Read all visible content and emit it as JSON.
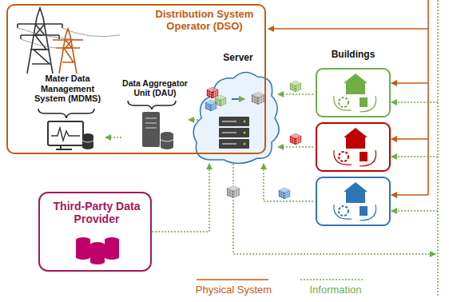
{
  "diagram": {
    "nodes": [
      {
        "text": [
          "Distribution System Operator (DSO)"
        ]
      },
      {
        "text": [
          "Mater Data Management System (MDMS)"
        ],
        "in": 0
      },
      {
        "text": [
          "Data Aggregator Unit (DAU)"
        ],
        "in": 0
      },
      {
        "text": [
          "Server"
        ]
      },
      {
        "text": [
          "Buildings"
        ]
      },
      {
        "text": [
          "Third-Party Data Provider"
        ]
      }
    ],
    "edges": [
      {
        "from": 3,
        "to": 2,
        "arrow": "to"
      },
      {
        "from": 2,
        "to": 1,
        "arrow": "to"
      },
      {
        "from": 5,
        "to": 3,
        "arrow": "to"
      },
      {
        "from": 4,
        "to": 3,
        "arrow": "to"
      },
      {
        "from": 4,
        "to": 3,
        "arrow": "to"
      },
      {
        "from": 4,
        "to": 3,
        "arrow": "to"
      }
    ],
    "legend": [
      {
        "text": "Physical System"
      },
      {
        "text": "Information"
      }
    ]
  }
}
